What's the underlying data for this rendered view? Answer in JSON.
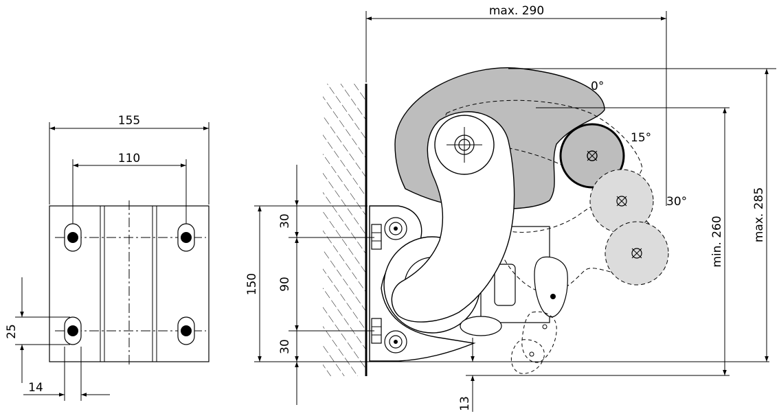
{
  "plan_view": {
    "dimensions": {
      "overall_width": "155",
      "hole_spacing_horizontal": "110",
      "slot_spacing_vertical": "25",
      "slot_offset": "14"
    }
  },
  "side_view": {
    "dimensions": {
      "max_reach": "max. 290",
      "upper_spacing": "30",
      "mid_spacing": "90",
      "lower_spacing": "30",
      "bracket_height": "150",
      "drop": "13",
      "min_height": "min. 260",
      "max_height": "max. 285"
    },
    "angles": {
      "a0": "0°",
      "a15": "15°",
      "a30": "30°"
    }
  },
  "colors": {
    "line": "#000000",
    "shade_dark": "#bdbdbd",
    "shade_light": "#dcdcdc",
    "background": "#ffffff"
  }
}
